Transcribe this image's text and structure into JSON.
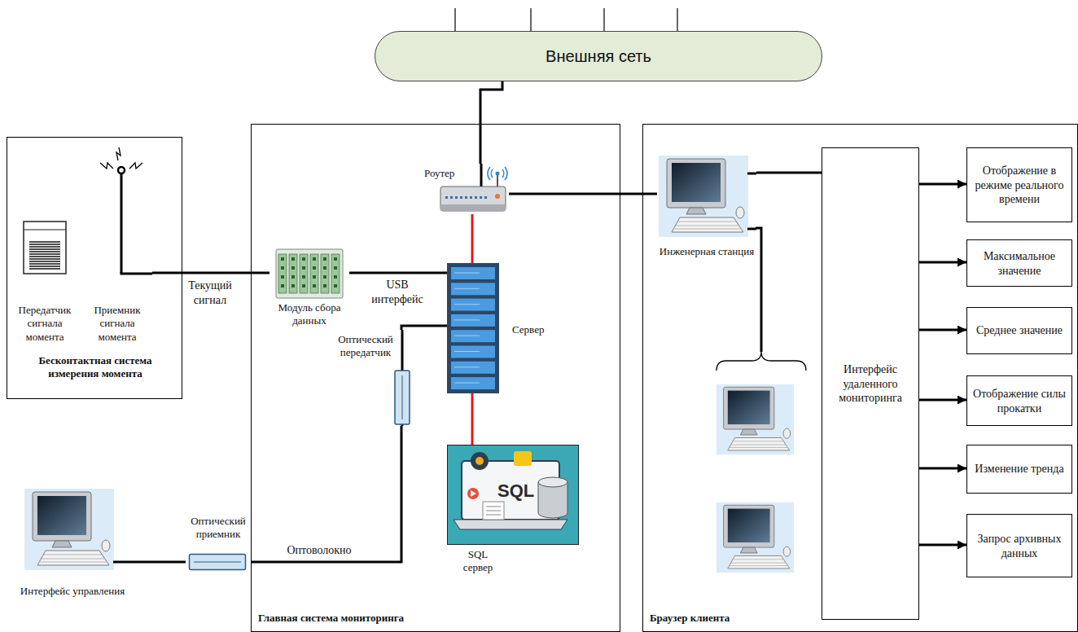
{
  "diagram": {
    "nodes": [
      {
        "text": [
          "Внешняя сеть"
        ]
      },
      {
        "text": [
          "Бесконтактная система измерения момента"
        ]
      },
      {
        "text": [
          "Передатчик сигнала момента"
        ],
        "in": 1
      },
      {
        "text": [
          "Приемник сигнала момента"
        ],
        "in": 1
      },
      {
        "text": [
          "Главная система мониторинга"
        ]
      },
      {
        "text": [
          "Роутер"
        ],
        "in": 4
      },
      {
        "text": [
          "Модуль сбора данных"
        ],
        "in": 4
      },
      {
        "text": [
          "Сервер"
        ],
        "in": 4
      },
      {
        "text": [
          "Оптический передатчик"
        ],
        "in": 4
      },
      {
        "text": [
          "SQL сервер"
        ],
        "in": 4
      },
      {
        "text": [
          "Браузер клиента"
        ]
      },
      {
        "text": [
          "Инженерная станция"
        ],
        "in": 10
      },
      {
        "text": [
          "Интерфейс удаленного мониторинга"
        ],
        "in": 10
      },
      {
        "text": [
          "Отображение в режиме реального времени"
        ],
        "in": 10
      },
      {
        "text": [
          "Максимальное значение"
        ],
        "in": 10
      },
      {
        "text": [
          "Среднее значение"
        ],
        "in": 10
      },
      {
        "text": [
          "Отображение силы прокатки"
        ],
        "in": 10
      },
      {
        "text": [
          "Изменение тренда"
        ],
        "in": 10
      },
      {
        "text": [
          "Запрос архивных данных"
        ],
        "in": 10
      },
      {
        "text": [
          "Оптический приемник"
        ]
      },
      {
        "text": [
          "Интерфейс управления"
        ]
      }
    ],
    "edges": [
      {
        "from": 5,
        "to": 0,
        "arrow": "none"
      },
      {
        "from": 3,
        "to": 6,
        "label": "Текущий сигнал",
        "arrow": "none"
      },
      {
        "from": 6,
        "to": 7,
        "label": "USB интерфейс",
        "arrow": "none"
      },
      {
        "from": 7,
        "to": 5,
        "arrow": "none"
      },
      {
        "from": 7,
        "to": 9,
        "arrow": "none"
      },
      {
        "from": 7,
        "to": 8,
        "arrow": "none"
      },
      {
        "from": 8,
        "to": 19,
        "label": "Оптоволокно",
        "arrow": "none"
      },
      {
        "from": 19,
        "to": 20,
        "arrow": "none"
      },
      {
        "from": 5,
        "to": 11,
        "arrow": "none"
      },
      {
        "from": 11,
        "to": 12,
        "arrow": "none"
      },
      {
        "from": 12,
        "to": 13,
        "arrow": "to"
      },
      {
        "from": 12,
        "to": 14,
        "arrow": "to"
      },
      {
        "from": 12,
        "to": 15,
        "arrow": "to"
      },
      {
        "from": 12,
        "to": 16,
        "arrow": "to"
      },
      {
        "from": 12,
        "to": 17,
        "arrow": "to"
      },
      {
        "from": 12,
        "to": 18,
        "arrow": "to"
      }
    ],
    "labels": [
      "SQL"
    ]
  }
}
